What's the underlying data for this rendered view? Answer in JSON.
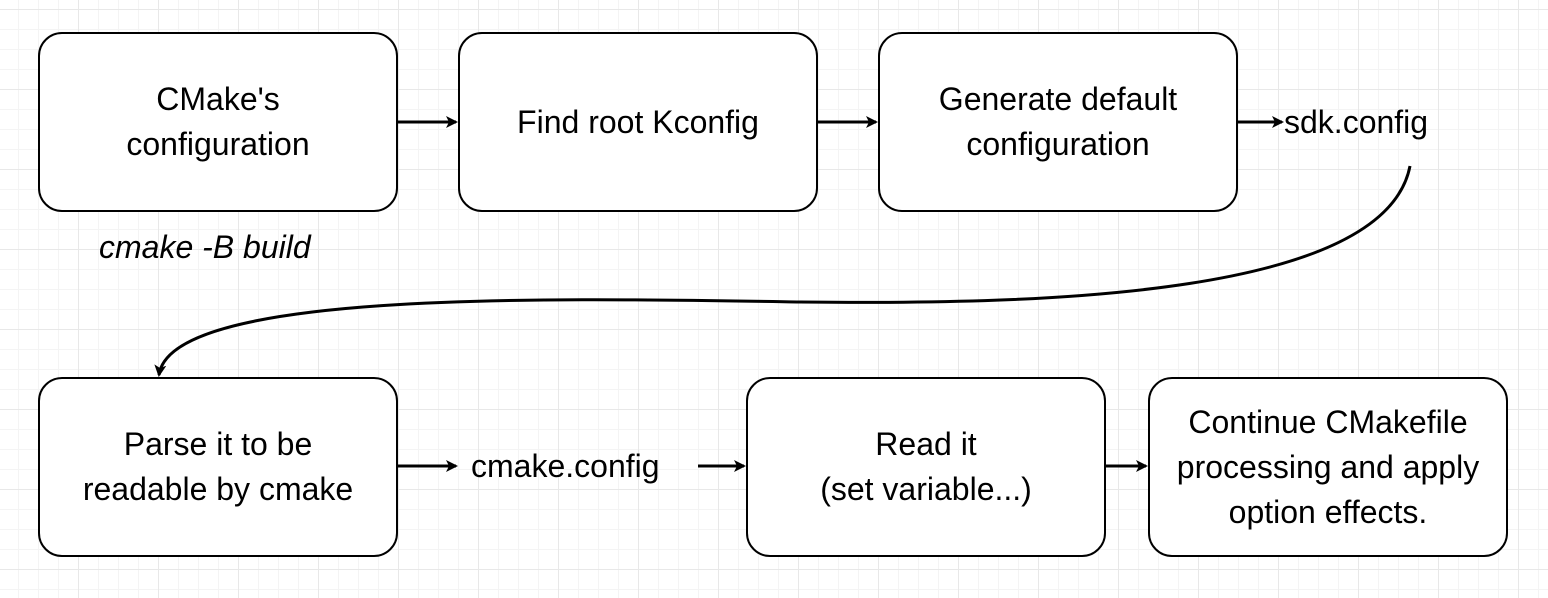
{
  "nodes": {
    "cmake_config": {
      "lines": [
        "CMake's",
        "configuration"
      ]
    },
    "find_kconfig": {
      "lines": [
        "Find root Kconfig"
      ]
    },
    "generate_default": {
      "lines": [
        "Generate default",
        "configuration"
      ]
    },
    "parse_it": {
      "lines": [
        "Parse it to be",
        "readable by cmake"
      ]
    },
    "read_it": {
      "lines": [
        "Read it",
        "(set variable...)"
      ]
    },
    "continue_processing": {
      "lines": [
        "Continue CMakefile",
        "processing and apply",
        "option effects."
      ]
    }
  },
  "labels": {
    "command": "cmake -B build",
    "sdk_config": "sdk.config",
    "cmake_dot_config": "cmake.config"
  }
}
